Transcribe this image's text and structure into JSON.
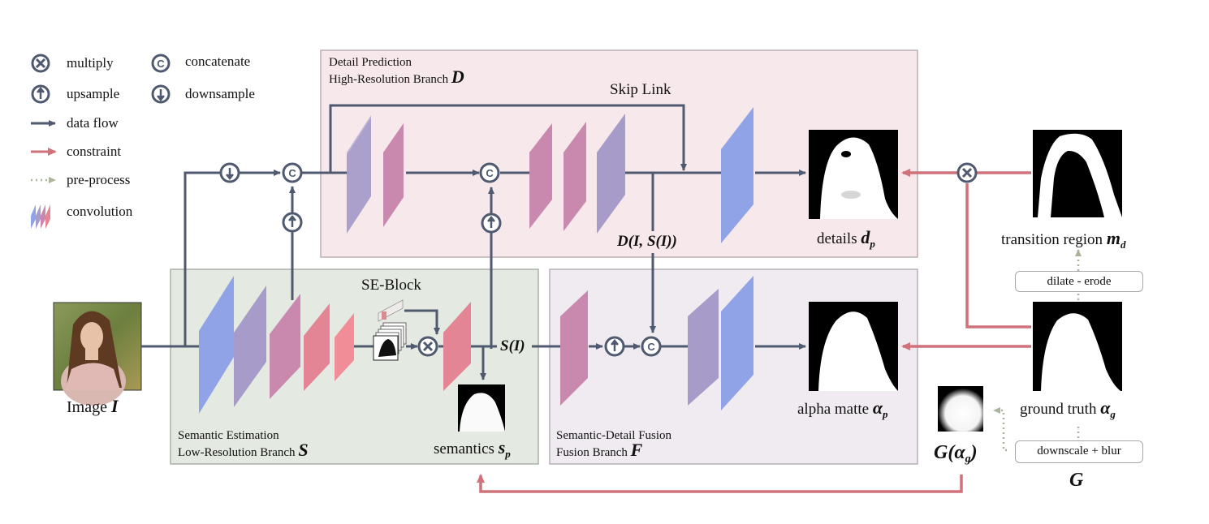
{
  "legend": {
    "multiply": "multiply",
    "upsample": "upsample",
    "data_flow": "data flow",
    "constraint": "constraint",
    "pre_process": "pre-process",
    "convolution": "convolution",
    "concatenate": "concatenate",
    "downsample": "downsample"
  },
  "branches": {
    "detail": {
      "line1": "Detail Prediction",
      "line2": "High-Resolution Branch",
      "symbol": "D"
    },
    "semantic": {
      "line1": "Semantic Estimation",
      "line2": "Low-Resolution Branch",
      "symbol": "S"
    },
    "fusion": {
      "line1": "Semantic-Detail Fusion",
      "line2": "Fusion Branch",
      "symbol": "F"
    }
  },
  "labels": {
    "skip_link": "Skip Link",
    "se_block": "SE-Block",
    "d_output": "D(I, S(I))",
    "s_output": "S(I)",
    "image_text": "Image",
    "image_sym": "I",
    "details_text": "details",
    "details_sym": "d",
    "details_sub": "p",
    "alpha_text": "alpha matte",
    "alpha_sym": "α",
    "alpha_sub": "p",
    "semantics_text": "semantics",
    "semantics_sym": "s",
    "semantics_sub": "p",
    "transition_text": "transition region",
    "transition_sym": "m",
    "transition_sub": "d",
    "gt_text": "ground truth",
    "gt_sym": "α",
    "gt_sub": "g",
    "g_alpha": "G(α",
    "g_alpha_sub": "g",
    "g_alpha_close": ")",
    "g_symbol": "G",
    "dilate_erode": "dilate - erode",
    "downscale_blur": "downscale + blur"
  },
  "colors": {
    "data_flow": "#4f5a70",
    "constraint": "#cf7279",
    "pre_process": "#a9b49b",
    "detail_bg": "#f7e8eb",
    "semantic_bg": "#e4e9e1",
    "fusion_bg": "#efebf0",
    "conv_blue": "#8fa3e6",
    "conv_purple": "#a69bc9",
    "conv_pink": "#c988ad",
    "conv_red": "#e38594"
  }
}
